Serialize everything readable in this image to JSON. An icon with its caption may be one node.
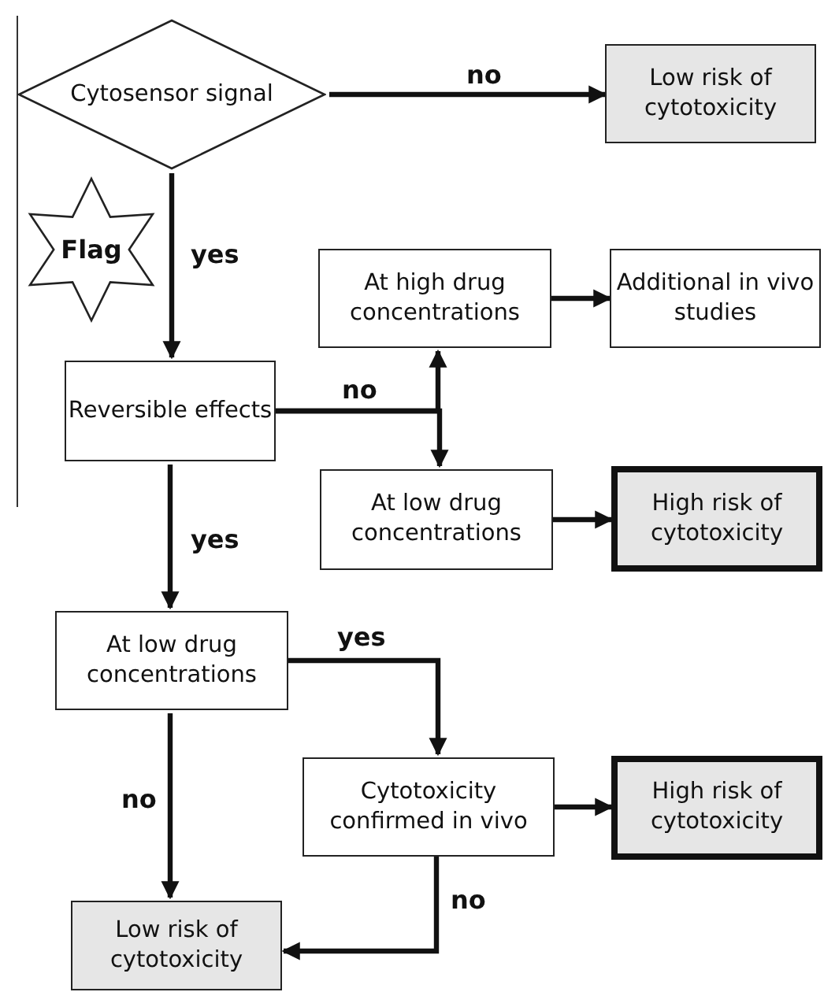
{
  "diagram": {
    "nodes": [
      {
        "text": [
          "Cytosensor signal"
        ]
      },
      {
        "text": [
          "Low risk of cytotoxicity"
        ]
      },
      {
        "text": [
          "Flag"
        ]
      },
      {
        "text": [
          "Reversible effects"
        ]
      },
      {
        "text": [
          "At high drug concentrations"
        ]
      },
      {
        "text": [
          "Additional in vivo studies"
        ]
      },
      {
        "text": [
          "At low drug concentrations"
        ]
      },
      {
        "text": [
          "High risk of cytotoxicity"
        ]
      },
      {
        "text": [
          "At low drug concentrations"
        ]
      },
      {
        "text": [
          "Cytotoxicity confirmed in vivo"
        ]
      },
      {
        "text": [
          "High risk of cytotoxicity"
        ]
      },
      {
        "text": [
          "Low risk of cytotoxicity"
        ]
      }
    ],
    "edges": [
      {
        "from": 0,
        "to": 1,
        "arrow": "to",
        "label": "no"
      },
      {
        "from": 0,
        "to": 3,
        "arrow": "to",
        "label": "yes"
      },
      {
        "from": 3,
        "to": 4,
        "arrow": "to",
        "label": "no"
      },
      {
        "from": 3,
        "to": 6,
        "arrow": "to"
      },
      {
        "from": 4,
        "to": 5,
        "arrow": "to"
      },
      {
        "from": 6,
        "to": 7,
        "arrow": "to"
      },
      {
        "from": 3,
        "to": 8,
        "arrow": "to",
        "label": "yes"
      },
      {
        "from": 8,
        "to": 9,
        "arrow": "to",
        "label": "yes"
      },
      {
        "from": 8,
        "to": 11,
        "arrow": "to",
        "label": "no"
      },
      {
        "from": 9,
        "to": 10,
        "arrow": "to"
      },
      {
        "from": 9,
        "to": 11,
        "arrow": "to",
        "label": "no"
      }
    ]
  }
}
